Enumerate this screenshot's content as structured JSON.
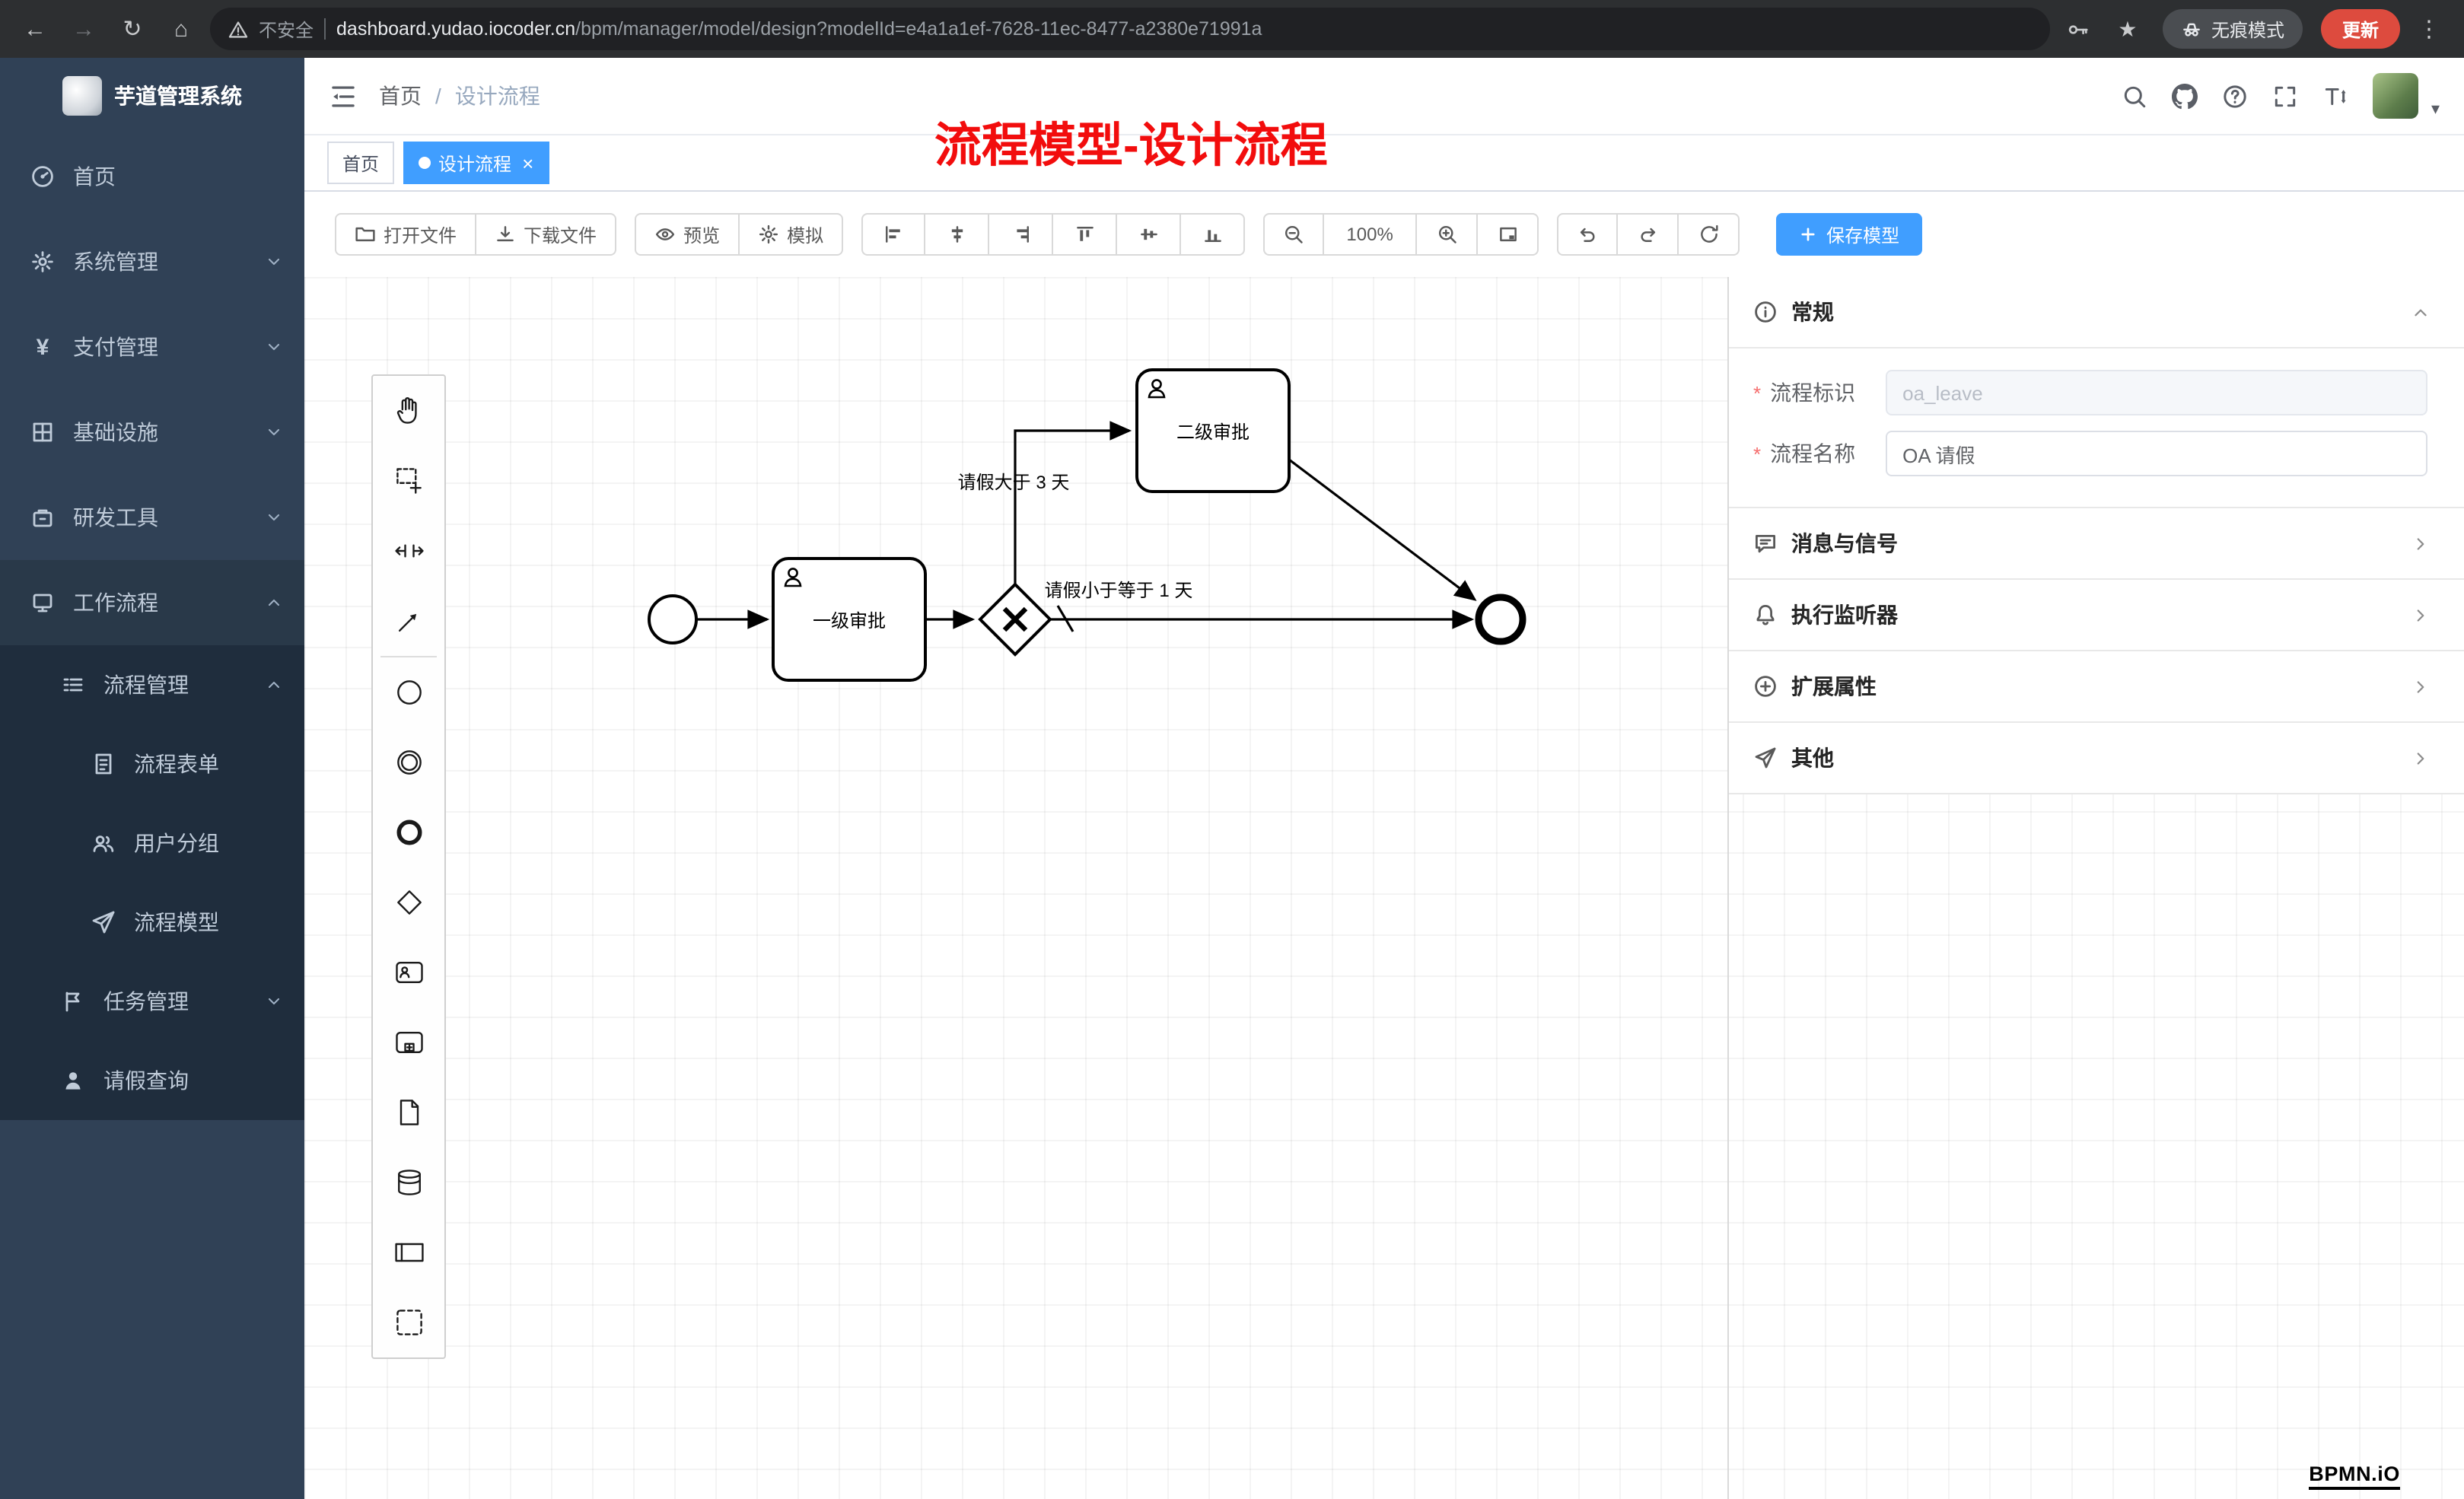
{
  "browser": {
    "security_label": "不安全",
    "url_host": "dashboard.yudao.iocoder.cn",
    "url_path": "/bpm/manager/model/design?modelId=e4a1a1ef-7628-11ec-8477-a2380e71991a",
    "incognito_label": "无痕模式",
    "update_label": "更新"
  },
  "glyphs": {
    "back": "←",
    "forward": "→",
    "reload": "↻",
    "home": "⌂",
    "star": "★",
    "menu_dots": "⋮",
    "yen": "¥",
    "breadcrumb_sep": "/",
    "close": "×",
    "caret_down": "▾",
    "required": "*"
  },
  "sidebar": {
    "logo_title": "芋道管理系统",
    "home": "首页",
    "system": "系统管理",
    "payment": "支付管理",
    "infrastructure": "基础设施",
    "devtools": "研发工具",
    "workflow": "工作流程",
    "process_mgmt": "流程管理",
    "process_form": "流程表单",
    "user_group": "用户分组",
    "process_model": "流程模型",
    "task_mgmt": "任务管理",
    "leave_query": "请假查询"
  },
  "header": {
    "breadcrumb_home": "首页",
    "breadcrumb_current": "设计流程"
  },
  "tabs": {
    "home": "首页",
    "design": "设计流程"
  },
  "annotation": "流程模型-设计流程",
  "toolbar": {
    "open_file": "打开文件",
    "download_file": "下载文件",
    "preview": "预览",
    "simulate": "模拟",
    "zoom_level": "100%",
    "save_model": "保存模型"
  },
  "bpmn": {
    "task1_label": "一级审批",
    "task2_label": "二级审批",
    "flow_gt3_label": "请假大于 3 天",
    "flow_le1_label": "请假小于等于 1 天"
  },
  "panel": {
    "general_title": "常规",
    "process_key_label": "流程标识",
    "process_key_value": "oa_leave",
    "process_name_label": "流程名称",
    "process_name_value": "OA 请假",
    "messages_title": "消息与信号",
    "listeners_title": "执行监听器",
    "ext_attrs_title": "扩展属性",
    "other_title": "其他"
  },
  "watermark": "BPMN.iO",
  "colors": {
    "primary": "#409eff",
    "sidebar_bg": "#304156",
    "submenu_bg": "#1f2d3d",
    "annotation_red": "#f20d0d",
    "update_button": "#dd4b3e"
  }
}
